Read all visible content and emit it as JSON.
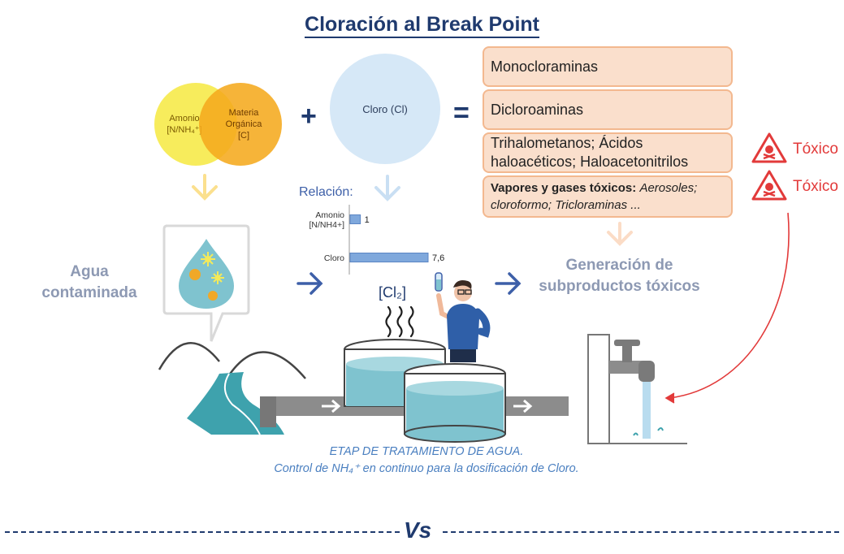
{
  "title": "Cloración al Break Point",
  "inputs": {
    "amonio_label": "Amonio",
    "amonio_formula": "[N/NH₄⁺]",
    "materia_line1": "Materia",
    "materia_line2": "Orgánica",
    "materia_formula": "[C]",
    "cloro_label": "Cloro (Cl)"
  },
  "operators": {
    "plus": "+",
    "equals": "="
  },
  "products": {
    "p1": "Monocloraminas",
    "p2": "Dicloroaminas",
    "p3": "Trihalometanos; Ácidos haloacéticos; Haloacetonitrilos",
    "p4_bold": "Vapores y gases tóxicos:",
    "p4_italic1": "Aerosoles; cloroformo;",
    "p4_italic2": "Tricloraminas ..."
  },
  "toxic": {
    "label1": "Tóxico",
    "label2": "Tóxico",
    "color": "#e23a3a"
  },
  "labels": {
    "agua_line1": "Agua",
    "agua_line2": "contaminada",
    "gen_line1": "Generación de",
    "gen_line2": "subproductos tóxicos",
    "cl2": "[Cl₂]"
  },
  "caption": {
    "line1": "ETAP DE TRATAMIENTO DE AGUA.",
    "line2": "Control de NH₄⁺ en continuo para la dosificación de Cloro."
  },
  "vs": "Vs",
  "chart_data": {
    "type": "bar",
    "orientation": "horizontal",
    "title": "Relación:",
    "categories": [
      "Amonio [N/NH4+]",
      "Cloro"
    ],
    "category_lines": [
      [
        "Amonio",
        "[N/NH4+]"
      ],
      [
        "Cloro"
      ]
    ],
    "values": [
      1,
      7.6
    ],
    "value_labels": [
      "1",
      "7,6"
    ],
    "xlim": [
      0,
      7.6
    ],
    "color": "#7fa8dc"
  },
  "colors": {
    "navy": "#1f3a6e",
    "amonio": "#f7ec5c",
    "materia": "#f5b930",
    "cloro": "#d6e8f7",
    "product_fill": "#fadfcc",
    "product_border": "#f3b88f",
    "arrow_blue": "#3d5fa8"
  }
}
